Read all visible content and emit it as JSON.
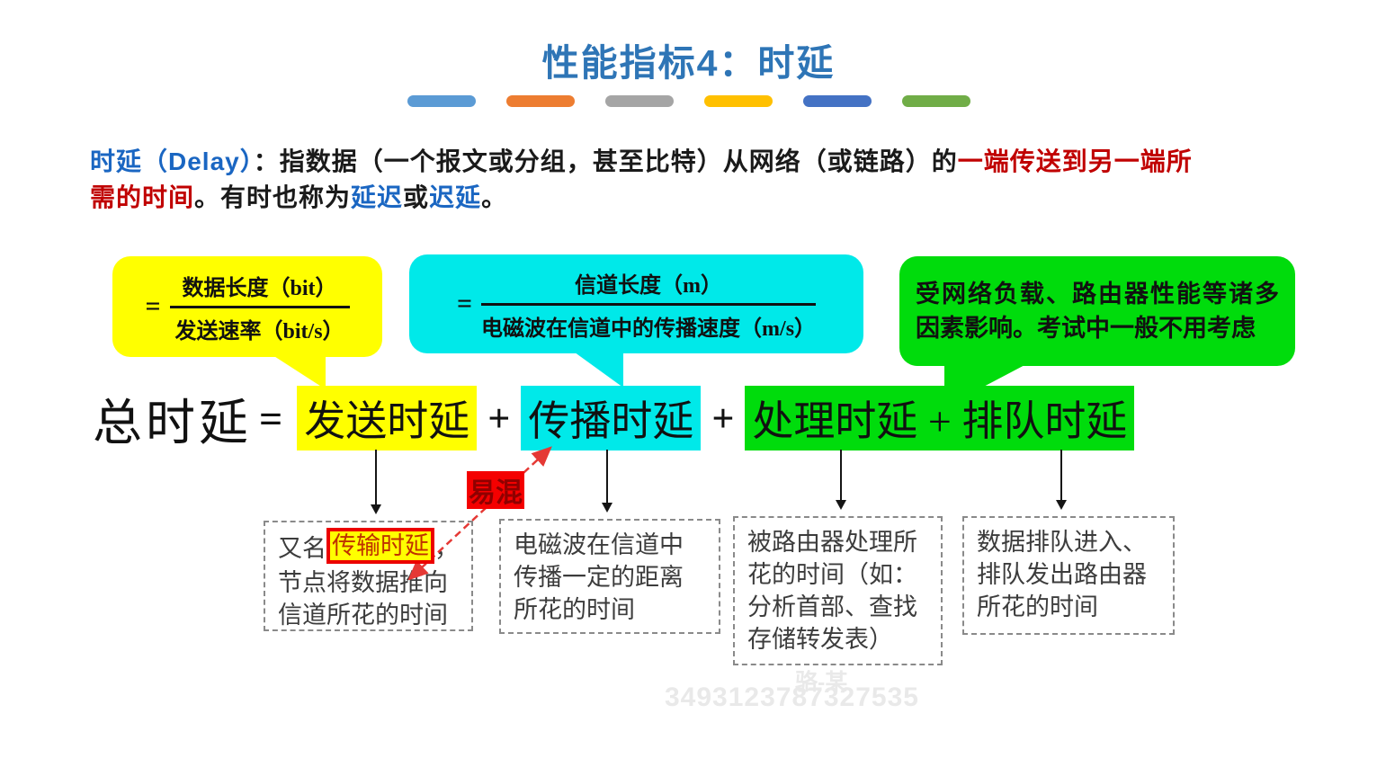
{
  "title": "性能指标4：时延",
  "divider_bars": {
    "colors": [
      "#5B9BD5",
      "#ED7D31",
      "#A5A5A5",
      "#FFC000",
      "#4472C4",
      "#70AD47"
    ]
  },
  "definition": {
    "line1": [
      {
        "text": "时延（Delay）",
        "color": "blue"
      },
      {
        "text": "：指数据（一个报文或分组，甚至比特）从网络（或链路）的",
        "color": "black"
      },
      {
        "text": "一端传送到另一端所",
        "color": "red"
      }
    ],
    "line2": [
      {
        "text": "需的时间",
        "color": "red"
      },
      {
        "text": "。有时也称为",
        "color": "black"
      },
      {
        "text": "延迟",
        "color": "blue"
      },
      {
        "text": "或",
        "color": "black"
      },
      {
        "text": "迟延",
        "color": "blue"
      },
      {
        "text": "。",
        "color": "black"
      }
    ]
  },
  "callouts": {
    "send": {
      "prefix": "=",
      "numerator": "数据长度（bit）",
      "denominator": "发送速率（bit/s）",
      "bg": "#FFFF00"
    },
    "propagation": {
      "prefix": "=",
      "numerator": "信道长度（m）",
      "denominator": "电磁波在信道中的传播速度（m/s）",
      "bg": "#00E9E9"
    },
    "processing": {
      "text": "受网络负载、路由器性能等诸多因素影响。考试中一般不用考虑",
      "bg": "#00DC0C"
    }
  },
  "equation": {
    "lhs": "总时延",
    "equals": "=",
    "plus": "+",
    "terms": {
      "send": "发送时延",
      "propagation": "传播时延",
      "processing_queue": "处理时延 + 排队时延"
    }
  },
  "confusion_label": "易混",
  "boxes": [
    {
      "line1_prefix": "又名",
      "line1_highlight": "传输时延",
      "line1_suffix": "，",
      "lines": [
        "节点将数据推向",
        "信道所花的时间"
      ]
    },
    {
      "lines": [
        "电磁波在信道中",
        "传播一定的距离",
        "所花的时间"
      ]
    },
    {
      "lines": [
        "被路由器处理所",
        "花的时间（如：",
        "分析首部、查找",
        "存储转发表）"
      ]
    },
    {
      "lines": [
        "数据排队进入、",
        "排队发出路由器",
        "所花的时间"
      ]
    }
  ],
  "watermark": {
    "line1": "骆-某",
    "line2": "3493123787327535"
  },
  "accent_colors": {
    "title_blue": "#2E75B6",
    "definition_blue": "#1A66C2",
    "definition_red": "#C00000",
    "highlight_yellow": "#FFFF00",
    "highlight_cyan": "#00E9E9",
    "highlight_green": "#00DC0C",
    "confusion_red": "#F40000",
    "dashed_arrow_red": "#E53935"
  }
}
